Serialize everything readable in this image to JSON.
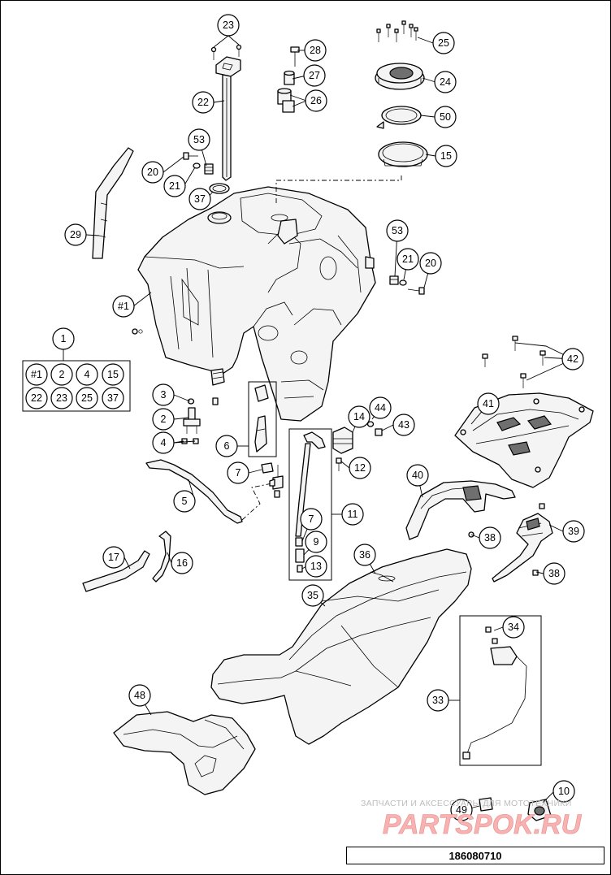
{
  "diagram": {
    "document_number": "186080710",
    "watermark": {
      "text": "ЗАПЧАСТИ И АКСЕССУАРЫ ДЛЯ МОТОТЕХНИКИ",
      "brand": "PARTSPOK.RU"
    },
    "set_group": {
      "callout": "1",
      "members": [
        "#1",
        "2",
        "4",
        "15",
        "22",
        "23",
        "25",
        "37"
      ]
    },
    "callouts": {
      "c_23": "23",
      "c_28": "28",
      "c_25": "25",
      "c_27": "27",
      "c_24": "24",
      "c_22": "22",
      "c_26": "26",
      "c_50": "50",
      "c_15": "15",
      "c_53a": "53",
      "c_20a": "20",
      "c_21a": "21",
      "c_37": "37",
      "c_29": "29",
      "c_53b": "53",
      "c_21b": "21",
      "c_20b": "20",
      "c_h1": "#1",
      "c_42": "42",
      "c_3": "3",
      "c_2": "2",
      "c_4": "4",
      "c_6": "6",
      "c_14": "14",
      "c_44": "44",
      "c_43": "43",
      "c_41": "41",
      "c_12": "12",
      "c_7a": "7",
      "c_11": "11",
      "c_5": "5",
      "c_7b": "7",
      "c_9": "9",
      "c_40": "40",
      "c_13": "13",
      "c_38a": "38",
      "c_39": "39",
      "c_17": "17",
      "c_16": "16",
      "c_36": "36",
      "c_38b": "38",
      "c_35": "35",
      "c_34": "34",
      "c_48": "48",
      "c_33": "33",
      "c_10": "10",
      "c_49": "49"
    }
  }
}
